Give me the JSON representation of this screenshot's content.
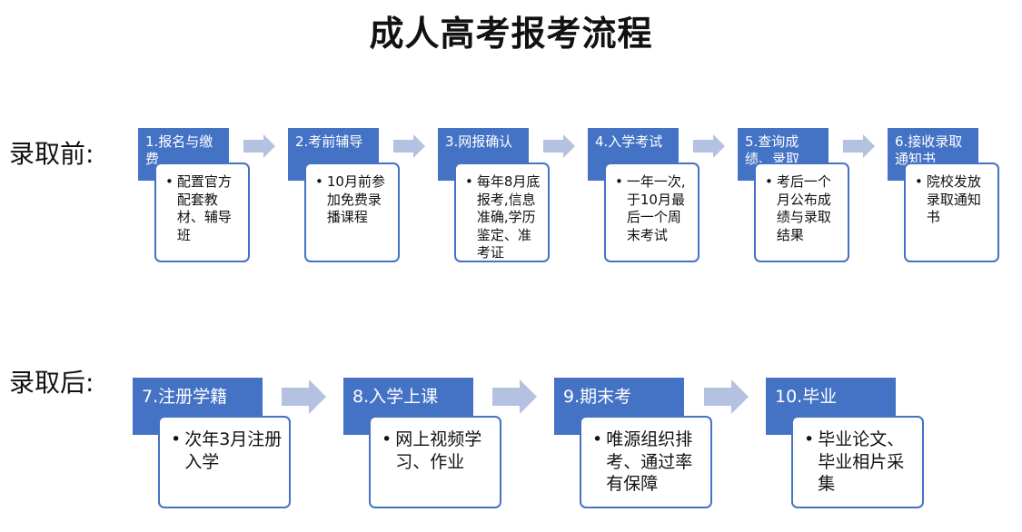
{
  "title": "成人高考报考流程",
  "before": {
    "label": "录取前:",
    "steps": [
      {
        "title": "1.报名与缴费",
        "detail": "配置官方配套教材、辅导班"
      },
      {
        "title": "2.考前辅导",
        "detail": "10月前参加免费录播课程"
      },
      {
        "title": "3.网报确认",
        "detail": "每年8月底报考,信息准确,学历鉴定、准考证"
      },
      {
        "title": "4.入学考试",
        "detail": "一年一次,于10月最后一个周末考试"
      },
      {
        "title": "5.查询成绩、录取",
        "detail": "考后一个月公布成绩与录取结果"
      },
      {
        "title": "6.接收录取通知书",
        "detail": "院校发放录取通知书"
      }
    ]
  },
  "after": {
    "label": "录取后:",
    "steps": [
      {
        "title": "7.注册学籍",
        "detail": "次年3月注册入学"
      },
      {
        "title": "8.入学上课",
        "detail": "网上视频学习、作业"
      },
      {
        "title": "9.期末考",
        "detail": "唯源组织排考、通过率有保障"
      },
      {
        "title": "10.毕业",
        "detail": "毕业论文、毕业相片采集"
      }
    ]
  },
  "bullet": "•",
  "colors": {
    "accent": "#4472c4",
    "arrow": "#b4c1e0"
  }
}
